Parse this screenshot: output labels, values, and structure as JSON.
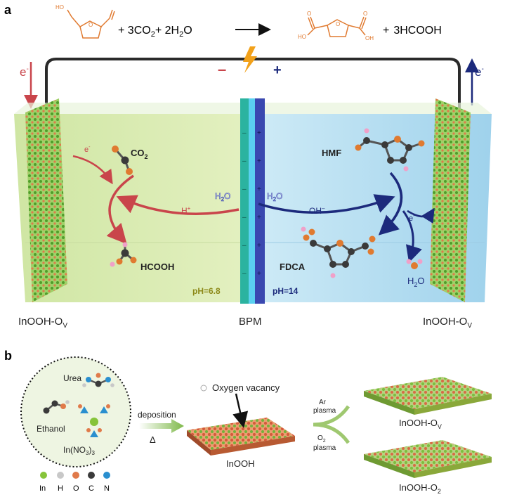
{
  "panel_a": {
    "label": "a",
    "equation": {
      "left_terms": [
        "+ 3CO",
        "2",
        "+ 2H",
        "2",
        "O"
      ],
      "plus_right": "+",
      "product": "3HCOOH",
      "reactant_oh_label": "HO",
      "product_oh_left": "HO",
      "product_oh_right": "OH"
    },
    "circuit": {
      "minus_sign": "–",
      "plus_sign": "+",
      "electron_left": "e",
      "electron_right": "e",
      "electron_sup": "-"
    },
    "cathode": {
      "electron": "e",
      "electron_sup": "-",
      "co2_main": "CO",
      "co2_sub": "2",
      "proton_main": "H",
      "proton_sup": "+",
      "product": "HCOOH",
      "ph": "pH=6.8",
      "electrode": "InOOH-O",
      "electrode_sub": "V"
    },
    "membrane": {
      "name": "BPM",
      "water_left": "H2O",
      "water_right": "H2O"
    },
    "anode": {
      "reactant": "HMF",
      "hydroxide_main": "OH",
      "hydroxide_sup": "–",
      "electron": "e",
      "electron_sup": "-",
      "product": "FDCA",
      "water_main": "H",
      "water_sub": "2",
      "water_end": "O",
      "ph": "pH=14",
      "electrode": "InOOH-O",
      "electrode_sub": "V"
    },
    "colors": {
      "catholyte": "#d9ecb0",
      "anolyte": "#bfe3f3",
      "red_arrow": "#c9454b",
      "blue_arrow": "#1c2a7c",
      "ph_left": "#8d8a1a",
      "ph_right": "#1c2a7c"
    }
  },
  "panel_b": {
    "label": "b",
    "precursors": {
      "urea": "Urea",
      "ethanol": "Ethanol",
      "salt_main": "In(NO",
      "salt_sub": "3",
      "salt_end": ")",
      "salt_sub2": "3"
    },
    "legend": [
      "In",
      "H",
      "O",
      "C",
      "N"
    ],
    "legend_colors": [
      "#86c43a",
      "#c8c8c8",
      "#e07a4a",
      "#3a3a3a",
      "#2a8fcf"
    ],
    "deposition": "deposition",
    "heat_symbol": "Δ",
    "vacancy": "Oxygen vacancy",
    "substrate": "InOOH",
    "ar_line1": "Ar",
    "ar_line2": "plasma",
    "o2_main": "O",
    "o2_sub": "2",
    "o2_line2": "plasma",
    "product_top": "InOOH-O",
    "product_top_sub": "V",
    "product_bottom": "InOOH-O",
    "product_bottom_sub": "2"
  }
}
